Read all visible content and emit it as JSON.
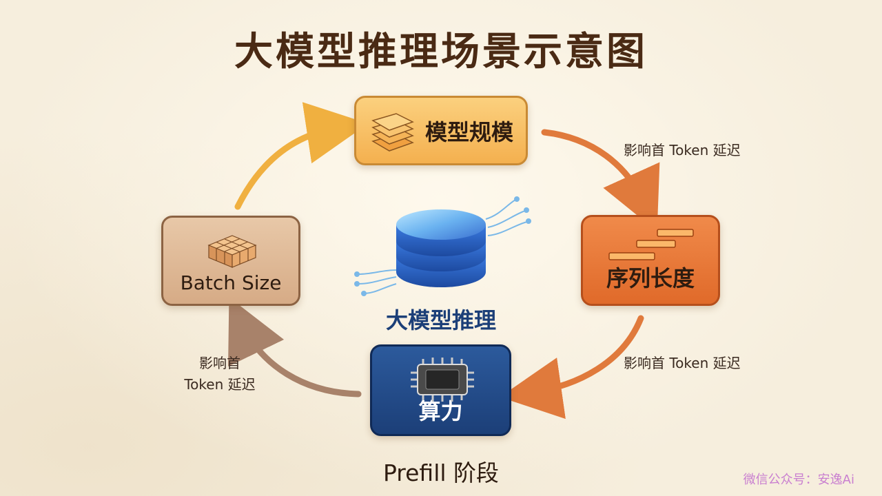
{
  "title": "大模型推理场景示意图",
  "nodes": {
    "model_scale": "模型规模",
    "sequence_length": "序列长度",
    "compute": "算力",
    "batch_size": "Batch Size"
  },
  "center": "大模型推理",
  "edges": {
    "top_right": "影响首 Token 延迟",
    "bottom_right": "影响首 Token 延迟",
    "left_line1": "影响首",
    "left_line2": "Token 延迟"
  },
  "phase_label": "Prefill 阶段",
  "watermark": "微信公众号：安逸Ai",
  "colors": {
    "model": "#f4b04f",
    "sequence": "#e06a2a",
    "compute": "#1c3f78",
    "batch": "#d6ab86",
    "arrow_top_left": "#f0b040",
    "arrow_right": "#e07a3c",
    "arrow_bottom_left": "#a8826a"
  }
}
